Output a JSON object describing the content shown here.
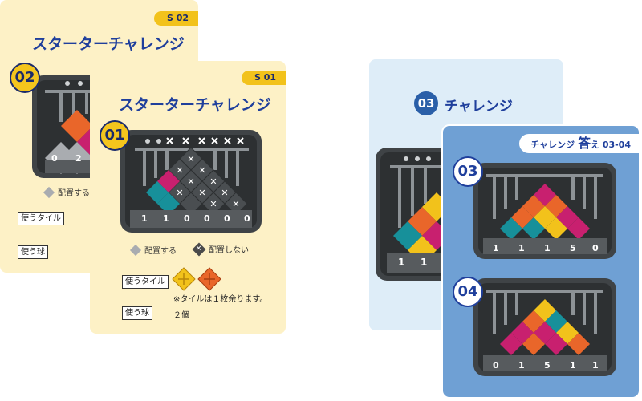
{
  "colors": {
    "card_yellow": "#fdf1c6",
    "card_light_blue": "#deedf8",
    "card_blue": "#6fa0d4",
    "navy": "#1f3f9c",
    "tag_yellow": "#f2c21b",
    "tile_yellow": "#f2c21b",
    "tile_orange": "#e9662a",
    "tile_magenta": "#c8206f",
    "tile_teal": "#17909a",
    "board": "#3f4346"
  },
  "card_s02": {
    "tag": "S 02",
    "title": "スターターチャレンジ",
    "number": "02",
    "legend_place": "配置する",
    "use_tiles": "使うタイル",
    "use_balls": "使う球",
    "counters": [
      "0",
      "2"
    ]
  },
  "card_s01": {
    "tag": "S 01",
    "title": "スターターチャレンジ",
    "number": "01",
    "legend_place": "配置する",
    "legend_no_place": "配置しない",
    "no_place_mark": "✕",
    "use_tiles": "使うタイル",
    "tile_note": "※タイルは１枚余ります。",
    "use_balls": "使う球",
    "balls_count": "２個",
    "counters": [
      "1",
      "1",
      "0",
      "0",
      "0",
      "0"
    ]
  },
  "card_c03": {
    "number": "03",
    "title": "チャレンジ",
    "counters": [
      "1",
      "1"
    ]
  },
  "card_answer": {
    "tag_prefix": "チャレンジ",
    "tag_big": "答",
    "tag_small": "え",
    "tag_range": "03-04",
    "board_03": {
      "number": "03",
      "counters": [
        "1",
        "1",
        "1",
        "5",
        "0"
      ]
    },
    "board_04": {
      "number": "04",
      "counters": [
        "0",
        "1",
        "5",
        "1",
        "1"
      ]
    }
  }
}
